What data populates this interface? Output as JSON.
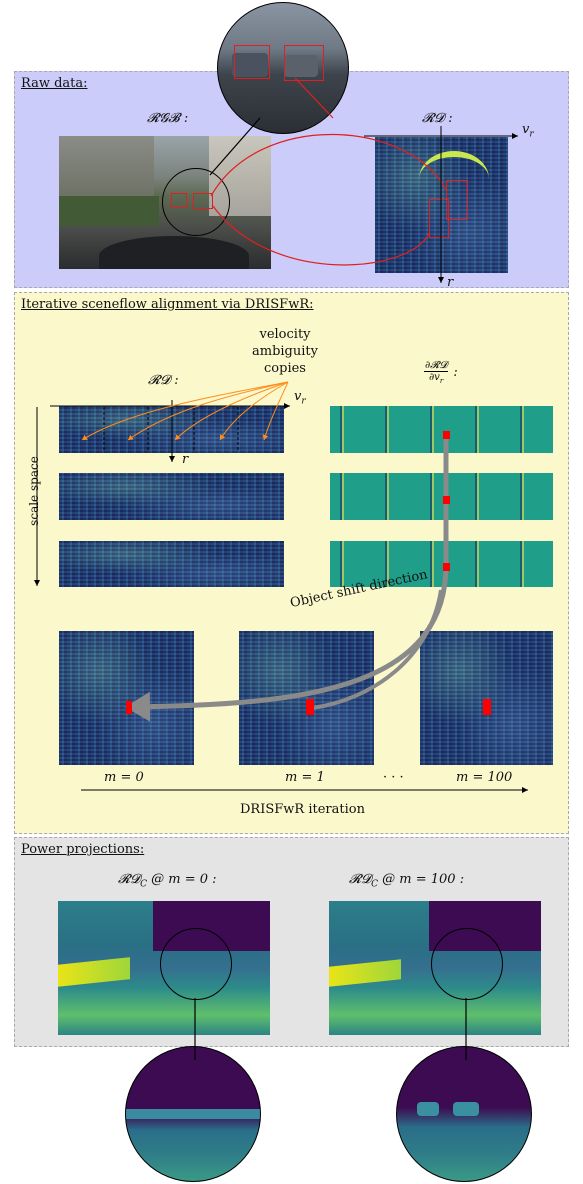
{
  "panels": {
    "raw": {
      "title": "Raw data:",
      "rgb_label": "𝓡𝓖𝓑 :",
      "rd_label": "𝓡𝓓 :",
      "axis_vr": "v",
      "axis_vr_sub": "r",
      "axis_r": "r"
    },
    "iter": {
      "title": "Iterative sceneflow alignment via DRISFwR:",
      "rd_label": "𝓡𝓓 :",
      "grad_num": "∂𝓡𝓓",
      "grad_den": "∂v",
      "grad_den_sub": "r",
      "grad_colon": ":",
      "velocity_note": [
        "velocity",
        "ambiguity",
        "copies"
      ],
      "axis_vr": "v",
      "axis_vr_sub": "r",
      "axis_r": "r",
      "scale_space": "scale space",
      "object_shift": "Object shift direction",
      "iterations": [
        "m = 0",
        "m = 1",
        "m = 100"
      ],
      "dots": "· · ·",
      "iteration_label": "DRISFwR iteration"
    },
    "power": {
      "title": "Power projections:",
      "left_label": "𝓡𝓓",
      "left_sub": "C",
      "left_cond": " @ m = 0 :",
      "right_label": "𝓡𝓓",
      "right_sub": "C",
      "right_cond": " @ m = 100 :"
    }
  },
  "colors": {
    "raw_bg": "#ccccfa",
    "iter_bg": "#fbf8cc",
    "power_bg": "#e4e4e4",
    "box_red": "#e02020",
    "marker_red": "#ff0000",
    "arrow_orange": "#ff8c1a",
    "arrow_gray": "#8a8a8a"
  }
}
